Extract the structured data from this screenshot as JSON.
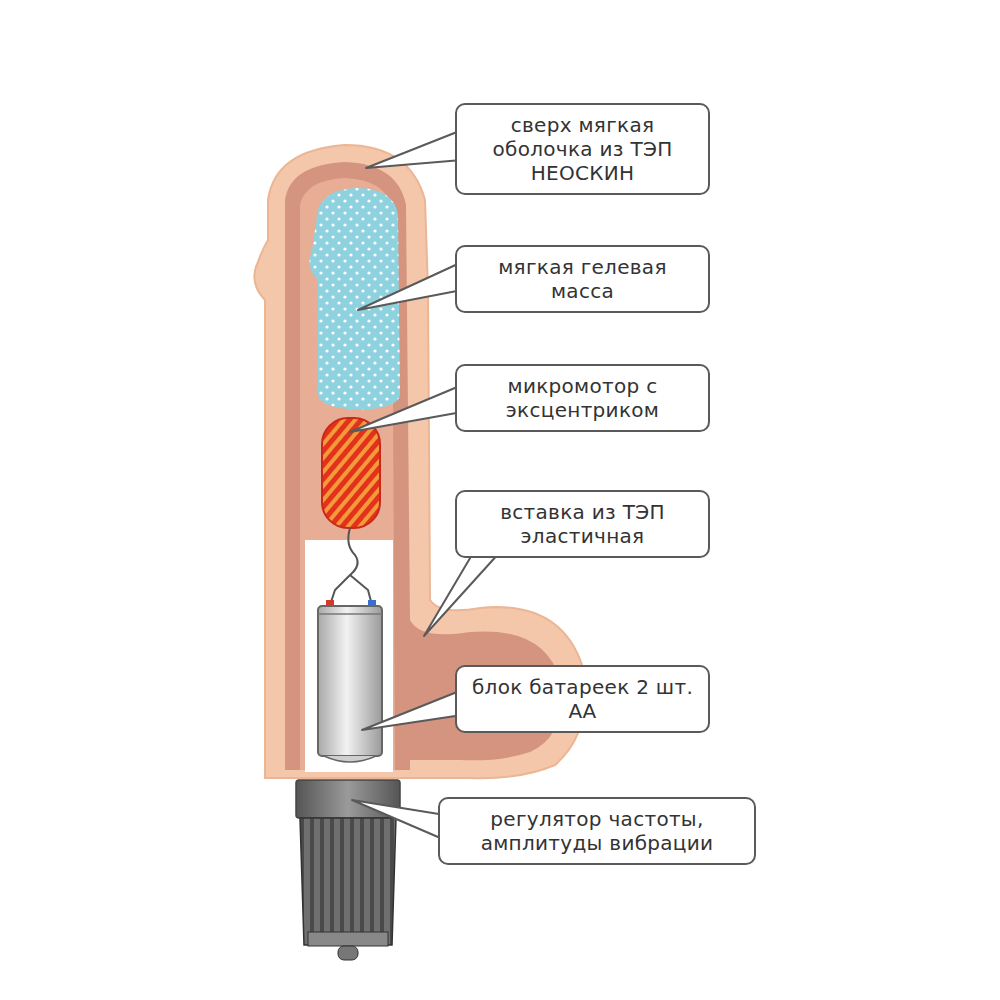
{
  "diagram": {
    "nodes": [
      {
        "text": [
          "сверх мягкая оболочка из ТЭП НЕОСКИН"
        ]
      },
      {
        "text": [
          "мягкая гелевая масса"
        ]
      },
      {
        "text": [
          "микромотор с эксцентриком"
        ]
      },
      {
        "text": [
          "вставка из ТЭП эластичная"
        ]
      },
      {
        "text": [
          "блок батареек 2 шт. АА"
        ]
      },
      {
        "text": [
          "регулятор частоты, амплитуды вибрации"
        ]
      }
    ]
  }
}
